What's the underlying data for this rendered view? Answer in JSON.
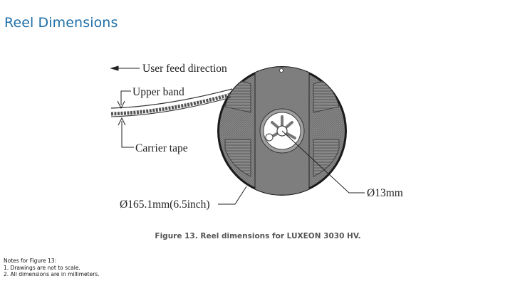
{
  "heading": "Reel Dimensions",
  "figure": {
    "labels": {
      "feed_direction": "User feed direction",
      "upper_band": "Upper band",
      "carrier_tape": "Carrier tape",
      "outer_diameter": "Ø165.1mm(6.5inch)",
      "hub_diameter": "Ø13mm"
    },
    "caption": "Figure 13. Reel dimensions for LUXEON 3030 HV."
  },
  "notes": {
    "title": "Notes for Figure 13:",
    "items": [
      "1.   Drawings are not to scale.",
      "2.   All dimensions are in millimeters."
    ]
  }
}
